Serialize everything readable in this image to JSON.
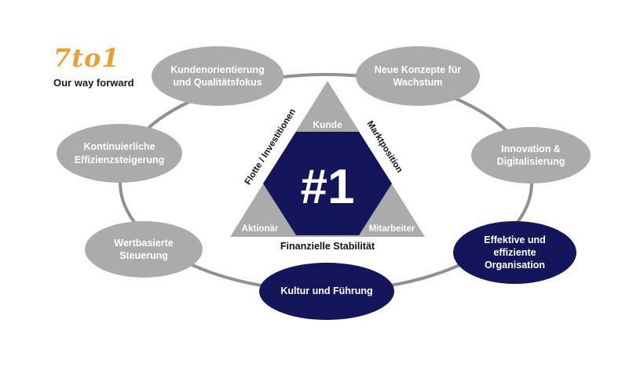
{
  "logo": {
    "brand": "7to1",
    "tagline": "Our way forward"
  },
  "center": {
    "rank": "#1",
    "top_label": "Kunde",
    "left_edge_label": "Flotte / Investitionen",
    "right_edge_label": "Marktposition",
    "bottom_left_label": "Aktionär",
    "bottom_right_label": "Mitarbeiter",
    "base_label": "Finanzielle Stabilität"
  },
  "bubbles": [
    {
      "id": "kundenorientierung",
      "label": "Kundenorientierung\nund Qualitätsfokus",
      "variant": "gray"
    },
    {
      "id": "neue-konzepte",
      "label": "Neue Konzepte für\nWachstum",
      "variant": "gray"
    },
    {
      "id": "kontinuierliche-effizienz",
      "label": "Kontinuierliche\nEffizienzsteigerung",
      "variant": "gray"
    },
    {
      "id": "innovation-digitalisierung",
      "label": "Innovation &\nDigitalisierung",
      "variant": "gray"
    },
    {
      "id": "wertbasierte-steuerung",
      "label": "Wertbasierte\nSteuerung",
      "variant": "gray"
    },
    {
      "id": "kultur-fuehrung",
      "label": "Kultur und Führung",
      "variant": "navy"
    },
    {
      "id": "effektive-organisation",
      "label": "Effektive und\neffiziente\nOrganisation",
      "variant": "navy"
    }
  ],
  "colors": {
    "gray": "#ABABAB",
    "navy": "#15155C",
    "ring": "#909090",
    "brand_orange": "#EC9F2E"
  }
}
